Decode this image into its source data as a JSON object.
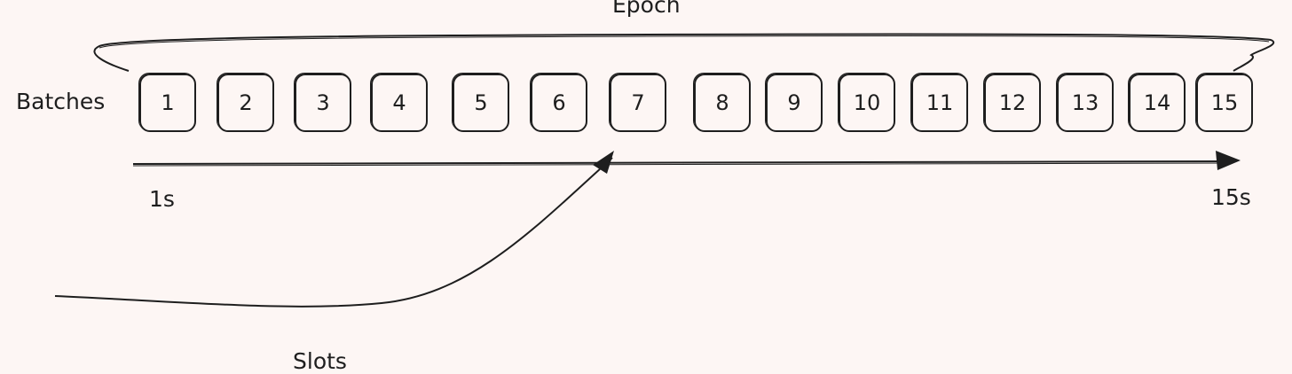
{
  "title": "Epoch",
  "row_label": "Batches",
  "batches": [
    "1",
    "2",
    "3",
    "4",
    "5",
    "6",
    "7",
    "8",
    "9",
    "10",
    "11",
    "12",
    "13",
    "14",
    "15"
  ],
  "timeline": {
    "start_label": "1s",
    "end_label": "15s"
  },
  "pointer_label": "Slots"
}
